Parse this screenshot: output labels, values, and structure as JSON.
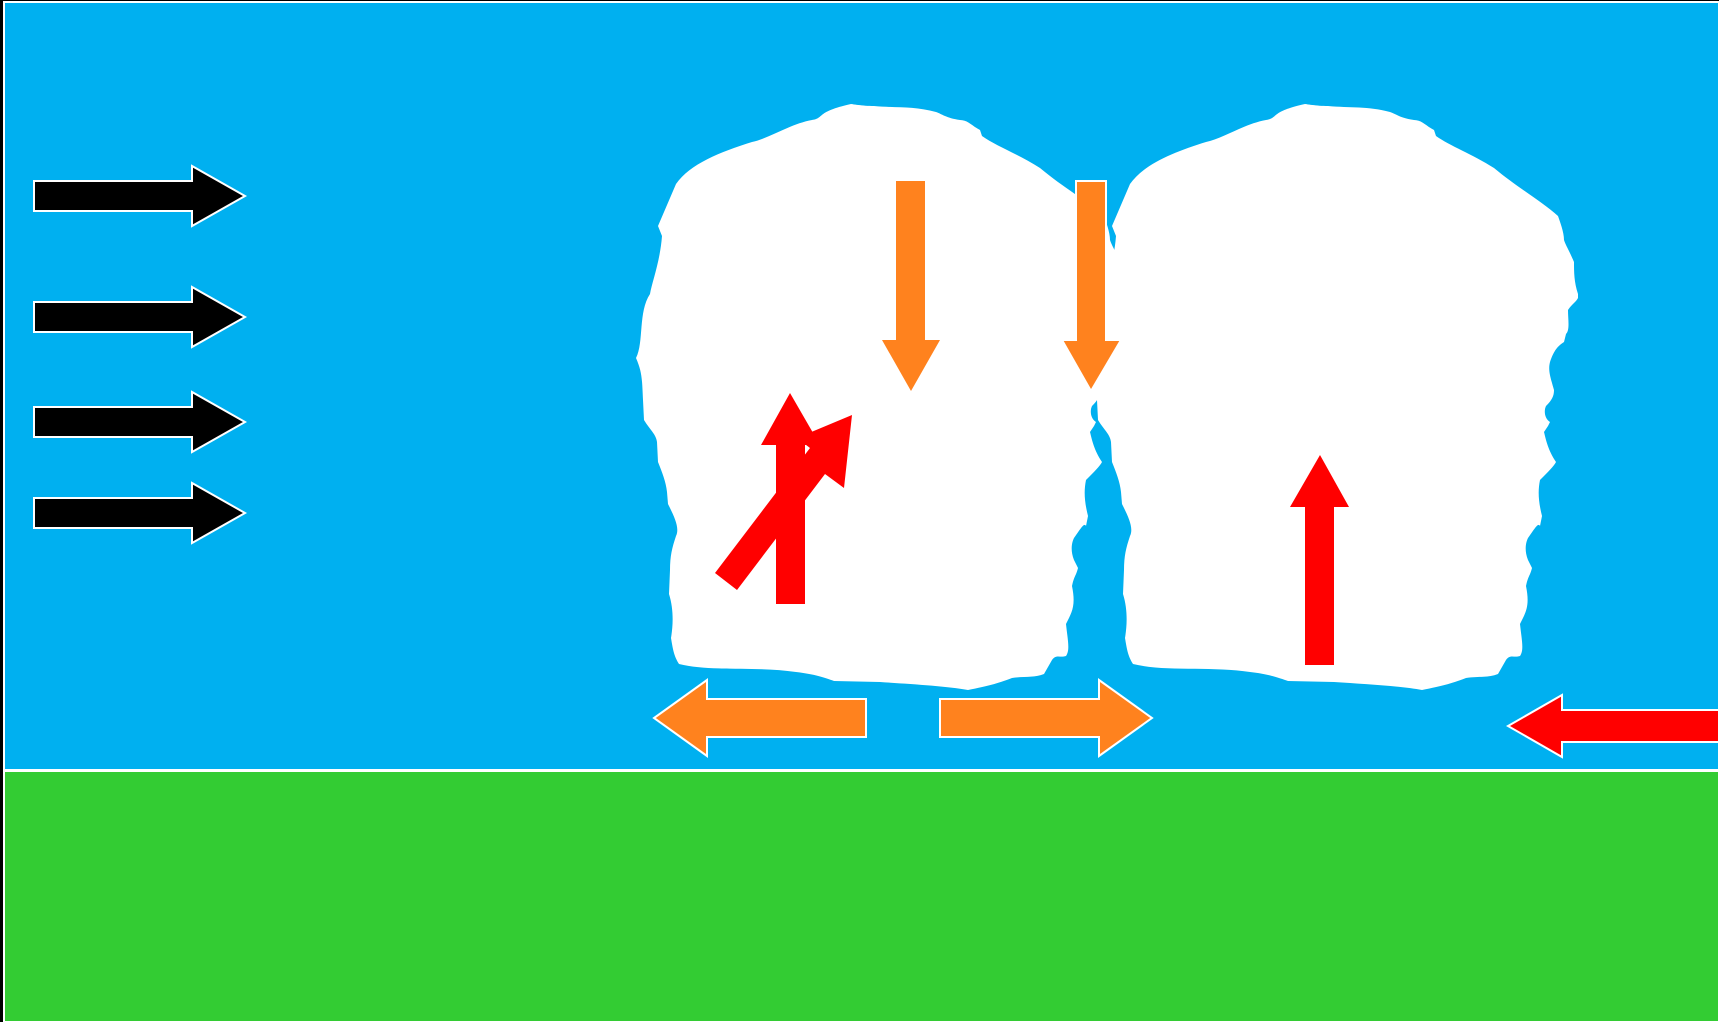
{
  "colors": {
    "frame": "#000000",
    "sky": "#00B0F0",
    "ground": "#33CC33",
    "cloud": "#FFFFFF",
    "wind_arrow": "#000000",
    "downdraft_arrow": "#FF821E",
    "updraft_arrow": "#FF0000",
    "outline": "#FFFFFF"
  },
  "elements": {
    "sky": "sky-region",
    "ground": "ground-region",
    "clouds": [
      "cumulus-cloud-left",
      "cumulus-cloud-right"
    ],
    "wind_arrows": 4,
    "downdraft_arrows": 2,
    "outflow_arrows": 2,
    "updraft_arrows": 3,
    "inflow_arrows": 1
  }
}
